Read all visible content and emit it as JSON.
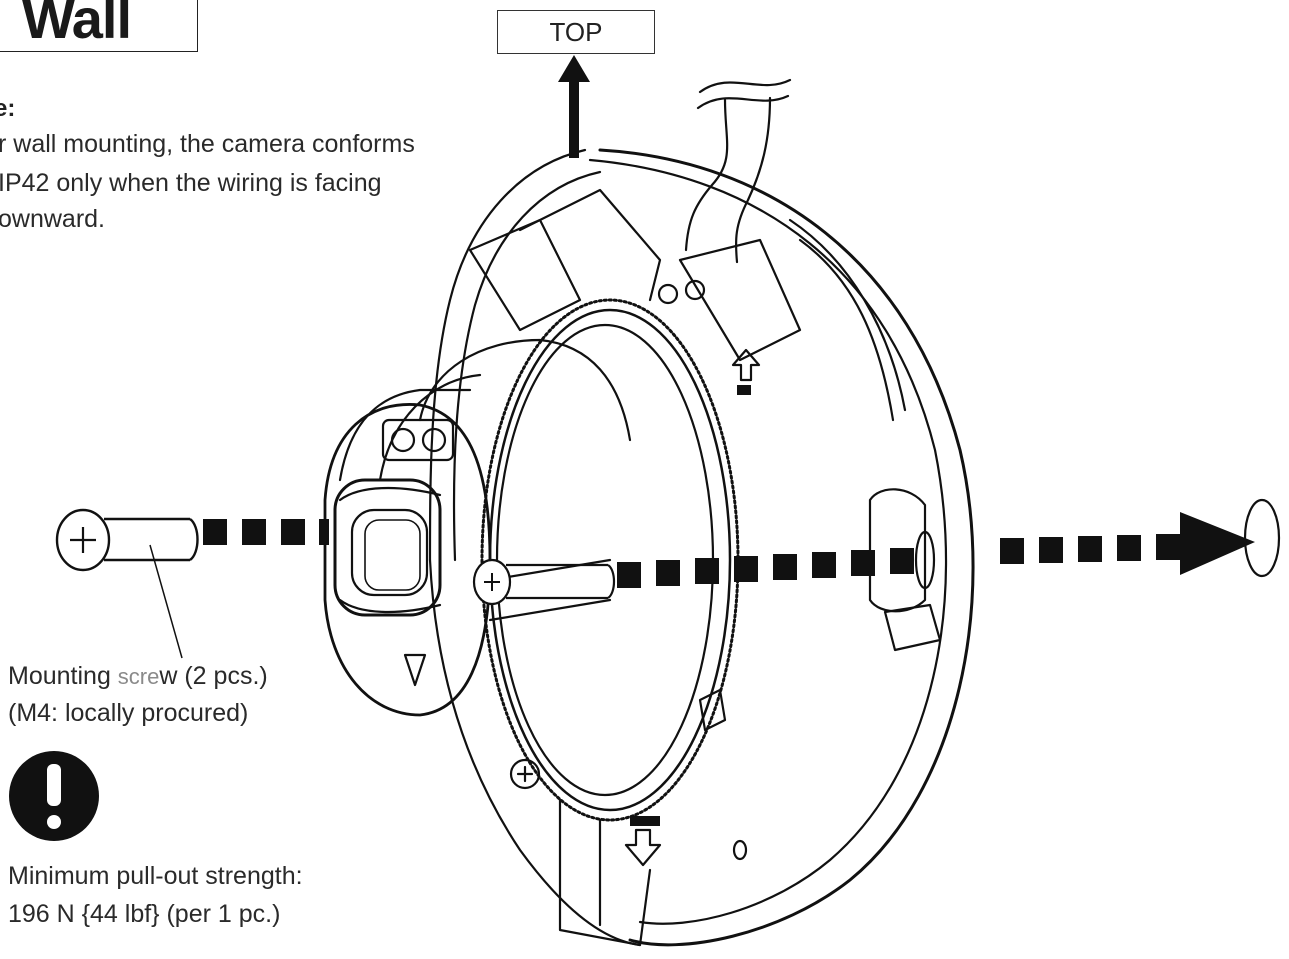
{
  "title": "Wall",
  "note": {
    "heading": "e:",
    "lines": [
      "r wall mounting, the camera conforms",
      " IP42 only when the wiring is facing",
      "ownward."
    ]
  },
  "top_label": "TOP",
  "mounting_screw": {
    "line1_prefix": "Mounting ",
    "line1_mid": "scre",
    "line1_suffix": "w (2 pcs.)",
    "line2": "(M4: locally procured)"
  },
  "pull_out": {
    "line1": "Minimum pull-out strength:",
    "line2": "196 N {44 lbf} (per 1 pc.)"
  },
  "device_markings": {
    "top_arrow_text": "TOP"
  },
  "icons": [
    "exclamation-icon",
    "screw-icon",
    "up-arrow-icon",
    "dashed-direction-arrow"
  ],
  "colors": {
    "ink": "#111111",
    "text": "#2a2a2a"
  }
}
